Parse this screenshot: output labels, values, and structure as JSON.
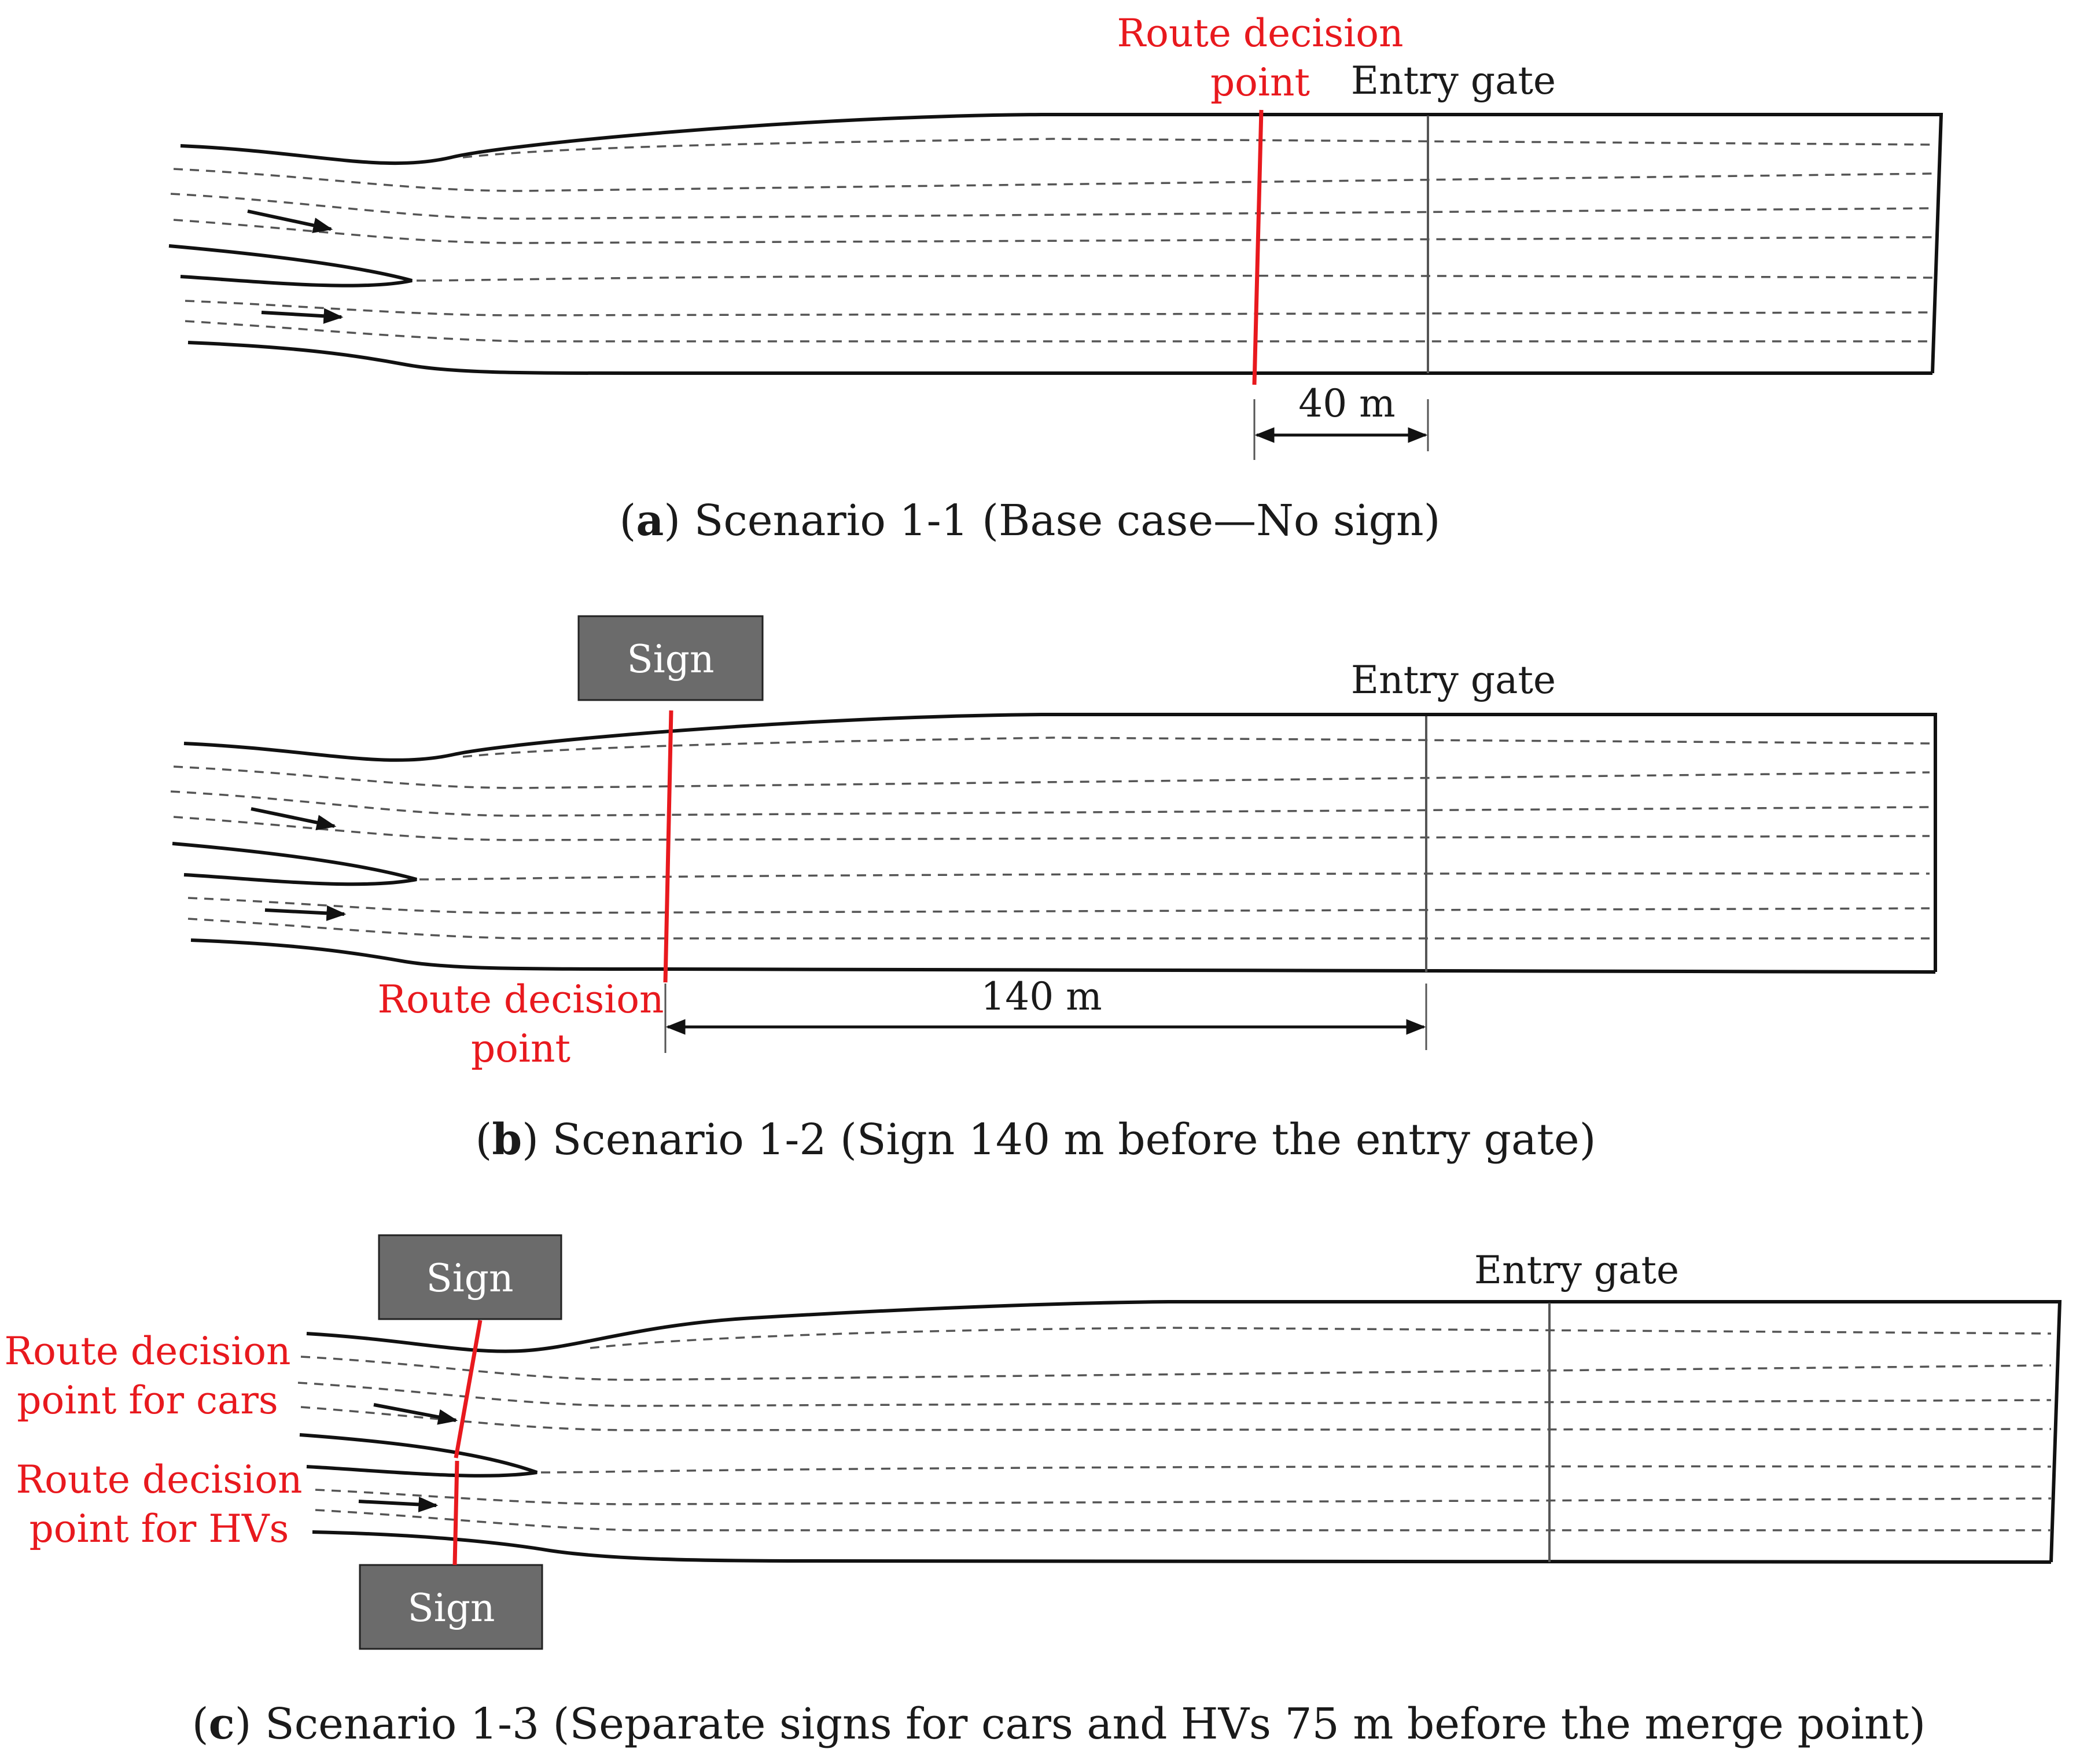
{
  "panel_a": {
    "route_decision_line1": "Route decision",
    "route_decision_line2": "point",
    "entry_gate": "Entry gate",
    "distance": "40 m",
    "caption_letter": "a",
    "caption_text": "Scenario 1-1 (Base case—No sign)"
  },
  "panel_b": {
    "sign": "Sign",
    "entry_gate": "Entry gate",
    "route_decision_line1": "Route decision",
    "route_decision_line2": "point",
    "distance": "140 m",
    "caption_letter": "b",
    "caption_text": "Scenario 1-2 (Sign 140 m before the entry gate)"
  },
  "panel_c": {
    "sign_top": "Sign",
    "sign_bottom": "Sign",
    "entry_gate": "Entry gate",
    "cars_line1": "Route decision",
    "cars_line2": "point for cars",
    "hvs_line1": "Route decision",
    "hvs_line2": "point for HVs",
    "caption_letter": "c",
    "caption_text": "Scenario 1-3 (Separate signs for cars and HVs 75 m before the merge point)"
  },
  "colors": {
    "route_decision": "#e8191e",
    "road_edge": "#111111",
    "lane_marking": "#555555",
    "sign_fill": "#6b6b6b"
  }
}
